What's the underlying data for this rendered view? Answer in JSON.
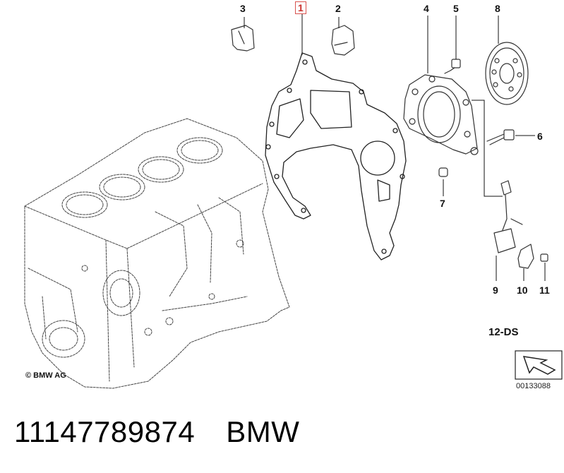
{
  "callouts": {
    "c1": "1",
    "c2": "2",
    "c3": "3",
    "c4": "4",
    "c5": "5",
    "c6": "6",
    "c7": "7",
    "c8": "8",
    "c9": "9",
    "c10": "10",
    "c11": "11"
  },
  "diagram_code": "12-DS",
  "copyright": "© BMW AG",
  "image_code": "00133088",
  "footer": {
    "part_number": "11147789874",
    "brand": "BMW"
  },
  "colors": {
    "line": "#222222",
    "highlight_box": "#d9534f",
    "shading": "#dddddd"
  }
}
